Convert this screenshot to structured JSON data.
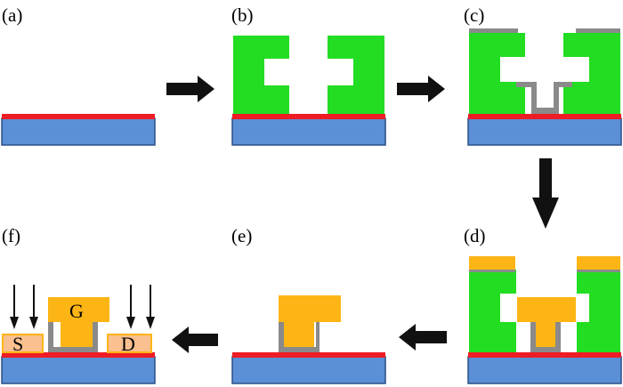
{
  "panels": {
    "a": {
      "label": "(a)"
    },
    "b": {
      "label": "(b)"
    },
    "c": {
      "label": "(c)"
    },
    "d": {
      "label": "(d)"
    },
    "e": {
      "label": "(e)"
    },
    "f": {
      "label": "(f)",
      "source_label": "S",
      "gate_label": "G",
      "drain_label": "D"
    }
  },
  "colors": {
    "substrate": "#5b8fd6",
    "substrate_edge": "#2b4f86",
    "channel": "#ee1c24",
    "resist": "#22dd22",
    "dielectric": "#8a8a8a",
    "metal": "#fdb515",
    "implant_region": "#fac08f",
    "arrow": "#111111"
  }
}
